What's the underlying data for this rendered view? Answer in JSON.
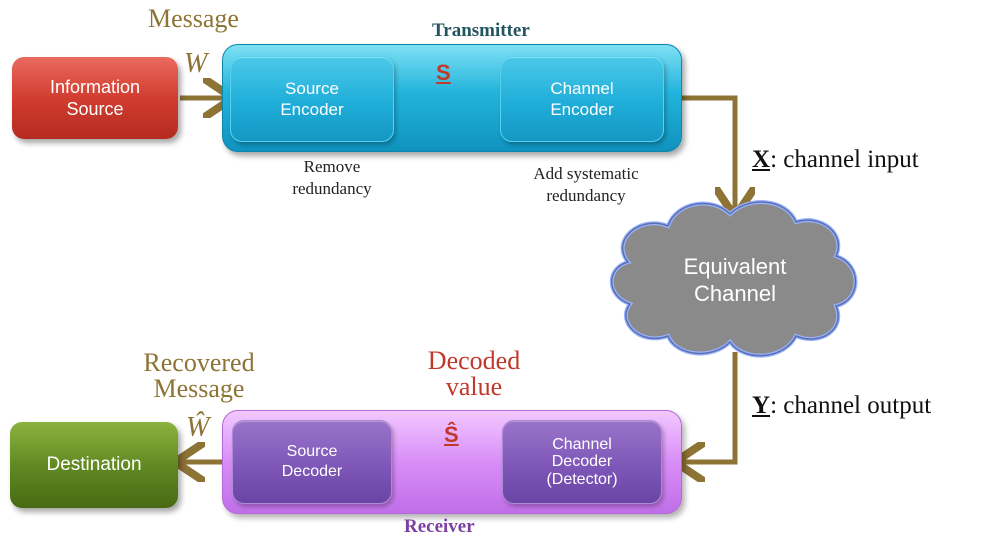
{
  "source": {
    "label": "Information\nSource"
  },
  "message_label": "Message",
  "message_symbol": "W",
  "transmitter": {
    "title": "Transmitter",
    "source_encoder": "Source\nEncoder",
    "channel_encoder": "Channel\nEncoder",
    "symbol_s": "S",
    "note_source_encoder": "Remove\nredundancy",
    "note_channel_encoder": "Add systematic\nredundancy"
  },
  "channel_input": {
    "symbol": "X",
    "text": ": channel input"
  },
  "channel": {
    "label": "Equivalent\nChannel"
  },
  "channel_output": {
    "symbol": "Y",
    "text": ": channel output"
  },
  "receiver": {
    "title": "Receiver",
    "channel_decoder": "Channel\nDecoder\n(Detector)",
    "source_decoder": "Source\nDecoder",
    "symbol_s_hat": "Ŝ"
  },
  "decoded_label": "Decoded\nvalue",
  "recovered_label": "Recovered\nMessage",
  "recovered_symbol": "Ŵ",
  "destination": {
    "label": "Destination"
  },
  "colors": {
    "arrow": "#8d7334",
    "transmitter_title": "#235560",
    "receiver_title": "#7c3fa2",
    "decoded": "#c0392b"
  }
}
